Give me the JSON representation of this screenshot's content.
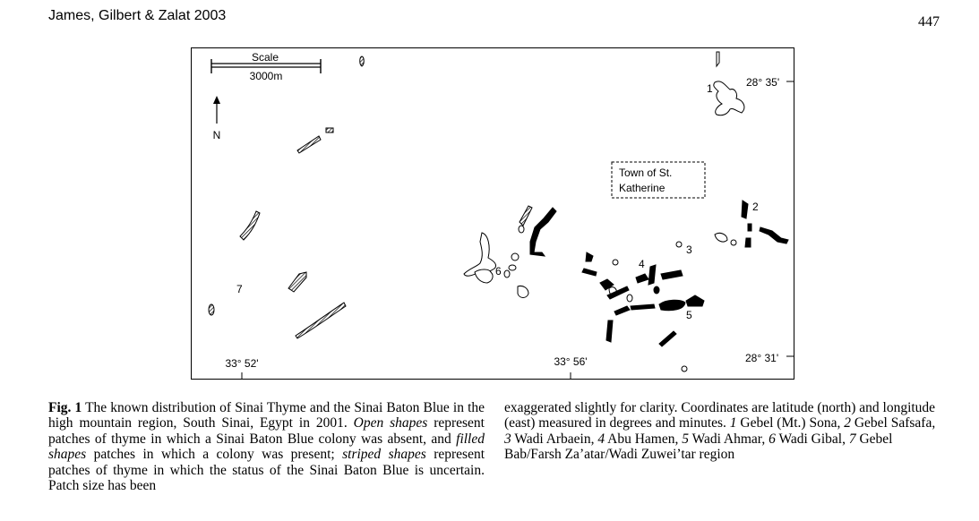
{
  "header": {
    "authors": "James, Gilbert & Zalat 2003",
    "page_number": "447"
  },
  "figure": {
    "scale_label": "Scale",
    "scale_value": "3000m",
    "north_label": "N",
    "town_label_line1": "Town of St.",
    "town_label_line2": "Katherine",
    "lat_top": "28° 35'",
    "lat_bottom": "28° 31'",
    "lon_left": "33° 52'",
    "lon_mid": "33° 56'",
    "site_labels": [
      "1",
      "2",
      "3",
      "4",
      "5",
      "6",
      "7"
    ]
  },
  "caption": {
    "fig_label": "Fig. 1",
    "t1": " The known distribution of Sinai Thyme and the Sinai Baton Blue in the high mountain region, South Sinai, Egypt in 2001. ",
    "open_shapes": "Open shapes",
    "t2": " represent patches of thyme in which a Sinai Baton Blue colony was absent, and ",
    "filled_shapes": "filled shapes",
    "t3": " patches in which a colony was present; ",
    "striped_shapes": "striped shapes",
    "t4": " represent patches of thyme in which the status of the Sinai Baton Blue is uncertain. Patch size has been exaggerated slightly for clarity. Coordinates are latitude (north) and longitude (east) measured in degrees and minutes. ",
    "n1": "1",
    "s1": " Gebel (Mt.) Sona, ",
    "n2": "2",
    "s2": " Gebel Safsafa, ",
    "n3": "3",
    "s3": " Wadi Arbaein, ",
    "n4": "4",
    "s4": " Abu Hamen, ",
    "n5": "5",
    "s5": " Wadi Ahmar, ",
    "n6": "6",
    "s6": " Wadi Gibal, ",
    "n7": "7",
    "s7": " Gebel Bab/Farsh Za’atar/Wadi Zuwei’tar region"
  }
}
